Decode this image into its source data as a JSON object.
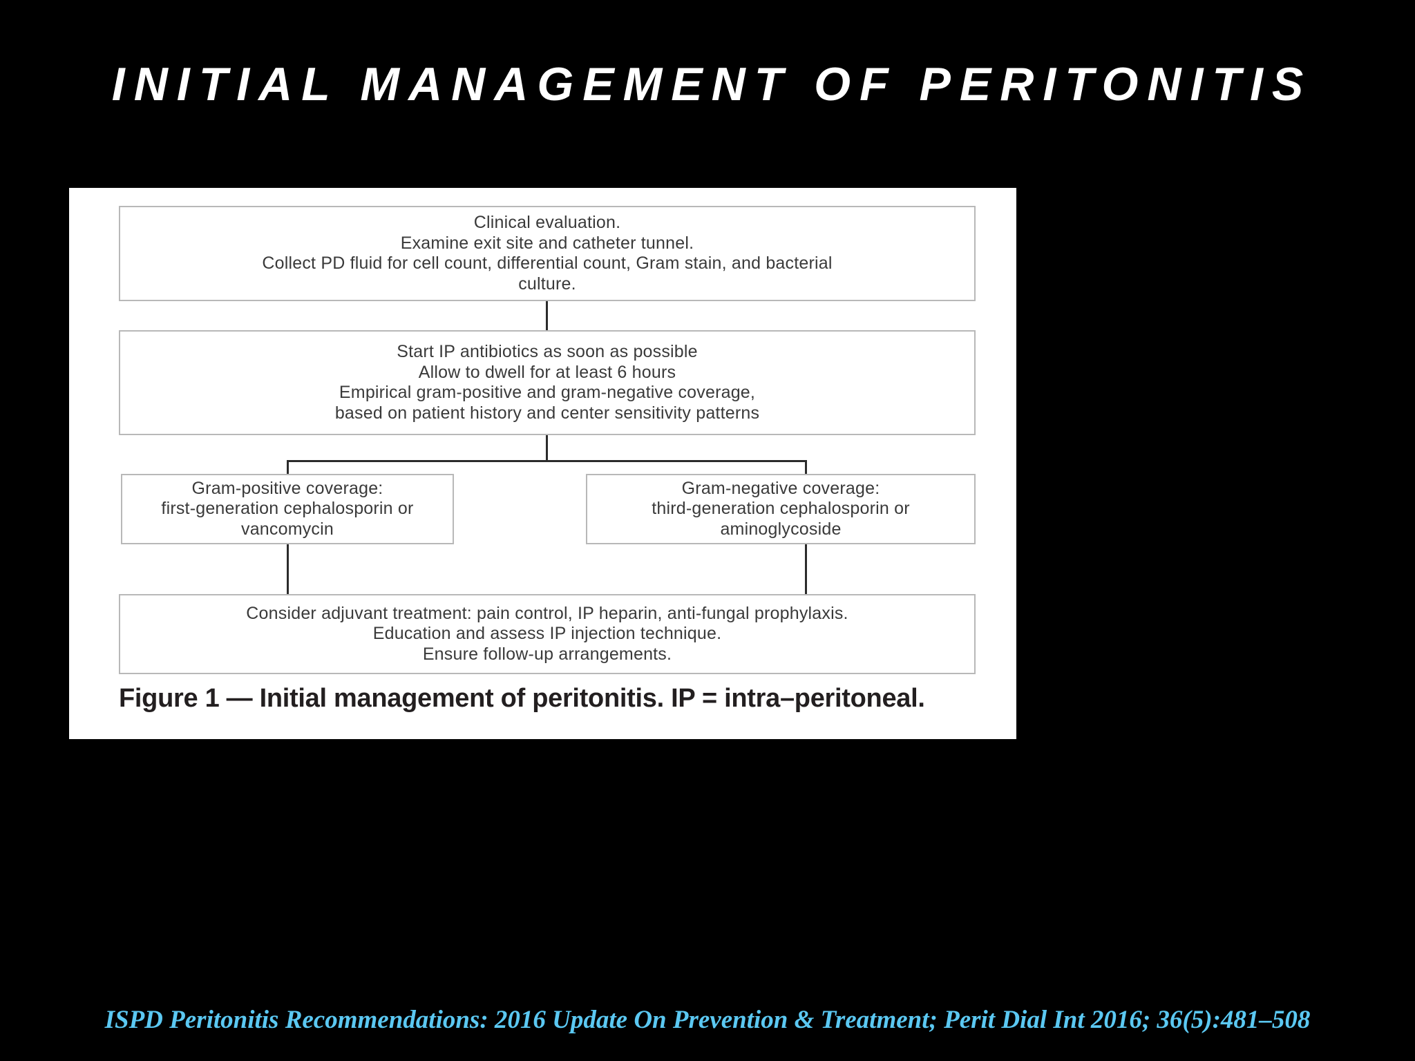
{
  "slide": {
    "title": "INITIAL MANAGEMENT OF PERITONITIS",
    "background_color": "#000000",
    "title_color": "#ffffff",
    "panel_color": "#ffffff",
    "citation_color": "#5bc8f2"
  },
  "figure": {
    "caption": "Figure 1 — Initial management of peritonitis. IP = intra–peritoneal.",
    "boxes": [
      {
        "id": "clinical-evaluation",
        "lines": [
          "Clinical evaluation.",
          "Examine exit site and catheter tunnel.",
          "Collect PD fluid for cell count, differential count, Gram stain, and bacterial",
          "culture."
        ]
      },
      {
        "id": "start-antibiotics",
        "lines": [
          "Start IP antibiotics as soon as possible",
          "Allow to dwell for at least 6 hours",
          "Empirical gram-positive and gram-negative coverage,",
          "based on patient history and center sensitivity patterns"
        ]
      },
      {
        "id": "gram-positive-coverage",
        "lines": [
          "Gram-positive coverage:",
          "first-generation cephalosporin or",
          "vancomycin"
        ]
      },
      {
        "id": "gram-negative-coverage",
        "lines": [
          "Gram-negative coverage:",
          "third-generation cephalosporin or",
          "aminoglycoside"
        ]
      },
      {
        "id": "adjuvant-treatment",
        "lines": [
          "Consider adjuvant treatment: pain control, IP heparin, anti-fungal prophylaxis.",
          "Education and assess IP injection technique.",
          "Ensure follow-up arrangements."
        ]
      }
    ]
  },
  "citation": {
    "text": "ISPD Peritonitis Recommendations: 2016 Update On Prevention & Treatment; Perit Dial Int 2016; 36(5):481–508"
  }
}
